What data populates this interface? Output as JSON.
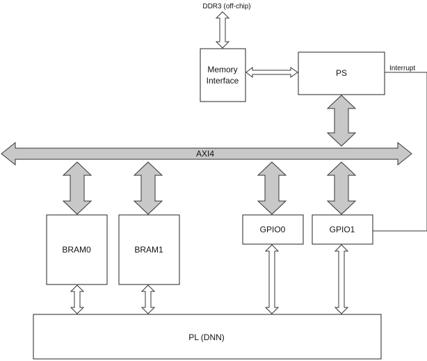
{
  "diagram": {
    "ddr3_label": "DDR3 (off-chip)",
    "memory_interface_label_line1": "Memory",
    "memory_interface_label_line2": "Interface",
    "ps_label": "PS",
    "interrupt_label": "Interrupt",
    "axi4_label": "AXI4",
    "bram0_label": "BRAM0",
    "bram1_label": "BRAM1",
    "gpio0_label": "GPIO0",
    "gpio1_label": "GPIO1",
    "pl_label": "PL (DNN)"
  }
}
